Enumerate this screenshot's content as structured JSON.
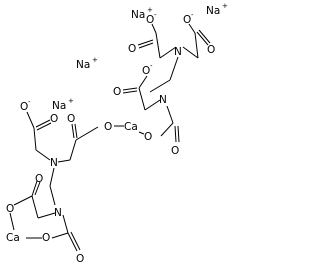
{
  "labels": {
    "sodium": "Na",
    "sodium_charge": "+",
    "nitrogen": "N",
    "oxygen": "O",
    "oxide_charge": "-",
    "calcium": "Ca"
  }
}
